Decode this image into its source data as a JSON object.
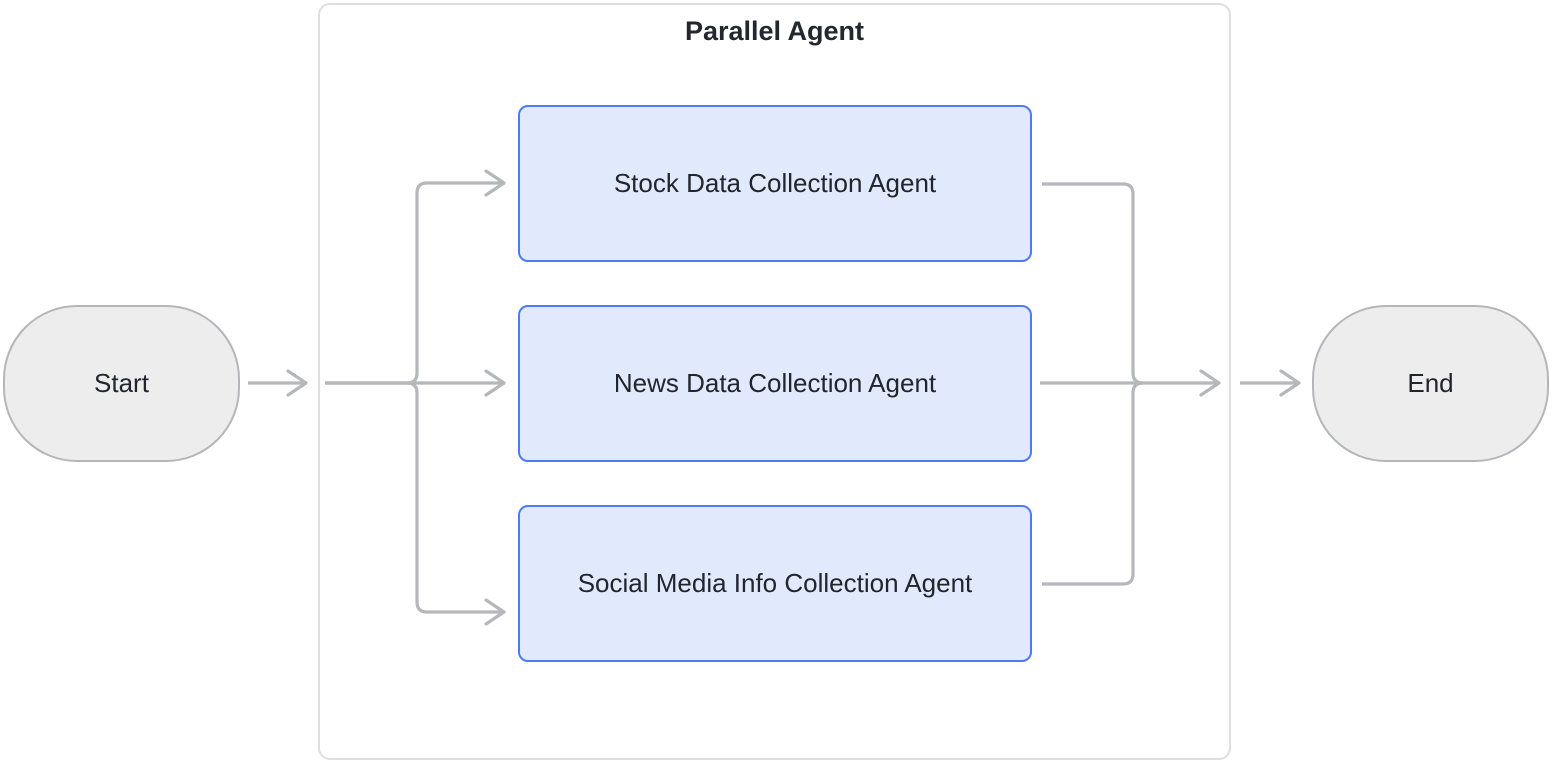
{
  "flowchart": {
    "type": "flowchart",
    "direction": "left-to-right",
    "start_node": {
      "label": "Start",
      "shape": "stadium"
    },
    "end_node": {
      "label": "End",
      "shape": "stadium"
    },
    "parallel_group": {
      "title": "Parallel Agent",
      "agents": [
        {
          "label": "Stock Data Collection Agent"
        },
        {
          "label": "News Data Collection Agent"
        },
        {
          "label": "Social Media Info Collection Agent"
        }
      ]
    },
    "edges": [
      {
        "from": "start",
        "to": "parallel-agent-group"
      },
      {
        "from": "group-input",
        "to": "stock-data-collection-agent"
      },
      {
        "from": "group-input",
        "to": "news-data-collection-agent"
      },
      {
        "from": "group-input",
        "to": "social-media-info-collection-agent"
      },
      {
        "from": "stock-data-collection-agent",
        "to": "group-output"
      },
      {
        "from": "news-data-collection-agent",
        "to": "group-output"
      },
      {
        "from": "social-media-info-collection-agent",
        "to": "group-output"
      },
      {
        "from": "parallel-agent-group",
        "to": "end"
      }
    ],
    "colors": {
      "agent_fill": "#e1e9fc",
      "agent_border": "#4e7cf0",
      "terminal_fill": "#ededee",
      "terminal_border": "#b5b6ba",
      "edge": "#b6b7bb",
      "group_border": "#dddee2",
      "text": "#21252c",
      "background": "#ffffff"
    }
  }
}
